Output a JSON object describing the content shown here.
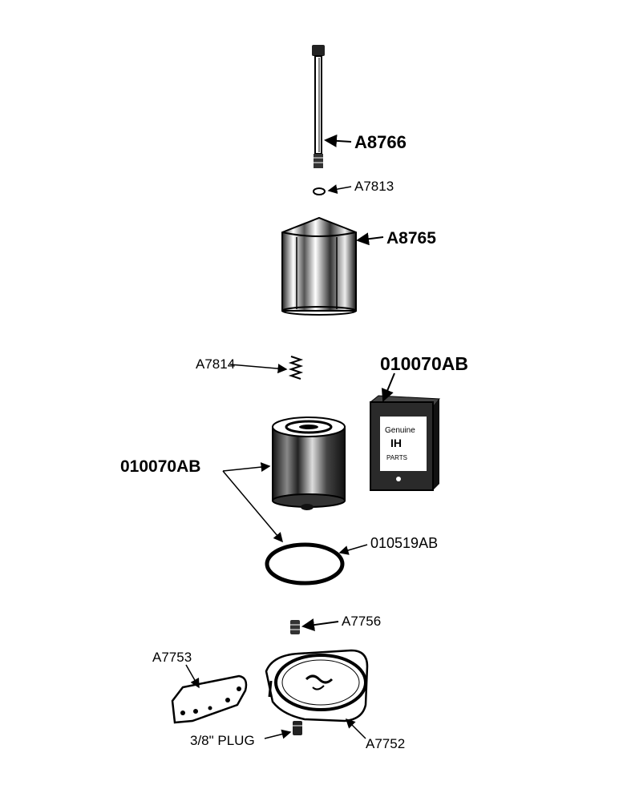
{
  "diagram": {
    "parts": [
      {
        "id": "bolt",
        "part_number": "A8766"
      },
      {
        "id": "gasket-small",
        "part_number": "A7813"
      },
      {
        "id": "cover",
        "part_number": "A8765"
      },
      {
        "id": "spring",
        "part_number": "A7814"
      },
      {
        "id": "boxed-element",
        "part_number": "010070AB"
      },
      {
        "id": "element",
        "part_number": "010070AB"
      },
      {
        "id": "ring-gasket",
        "part_number": "010519AB"
      },
      {
        "id": "fitting",
        "part_number": "A7756"
      },
      {
        "id": "bracket",
        "part_number": "A7753"
      },
      {
        "id": "plug",
        "part_number": "3/8\" PLUG"
      },
      {
        "id": "base",
        "part_number": "A7752"
      }
    ],
    "box_text": [
      "Genuine",
      "IH",
      "PARTS"
    ]
  },
  "colors": {
    "ink": "#000000",
    "paper": "#ffffff"
  }
}
